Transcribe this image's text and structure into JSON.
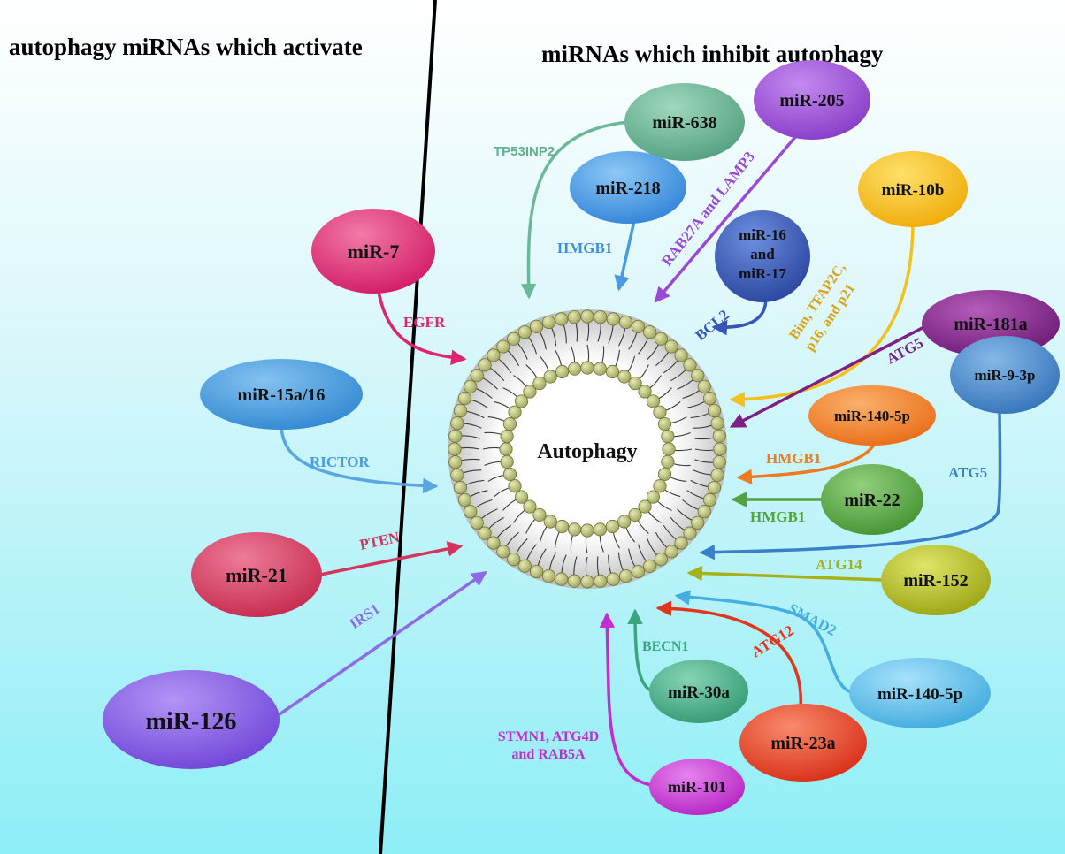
{
  "titles": {
    "left": "autophagy miRNAs which activate",
    "right": "miRNAs which inhibit autophagy"
  },
  "center": {
    "label": "Autophagy"
  },
  "colors": {
    "miR638": "#5fb08e",
    "miR205": "#9b48d6",
    "miR218": "#3d8fe0",
    "miR10b": "#f4b60e",
    "miR1617": "#3556b8",
    "miR181a": "#7d1f84",
    "miR93p": "#3a7fc7",
    "miR1405pA": "#f07a20",
    "miR22": "#52a23e",
    "miR152": "#a6b018",
    "miR1405pB": "#45aee0",
    "miR30a": "#3aa57f",
    "miR23a": "#e3351c",
    "miR101": "#c42bd0",
    "miR7": "#e0246e",
    "miR15a16": "#3a92d8",
    "miR21": "#d5345c",
    "miR126": "#7b52e0",
    "lipid_head": "#bdc27a"
  },
  "nodes": {
    "mir638": "miR-638",
    "mir205": "miR-205",
    "mir218": "miR-218",
    "mir10b": "miR-10b",
    "mir16_line1": "miR-16",
    "mir16_line2": "and",
    "mir16_line3": "miR-17",
    "mir181a": "miR-181a",
    "mir93p": "miR-9-3p",
    "mir1405p_a": "miR-140-5p",
    "mir22": "miR-22",
    "mir152": "miR-152",
    "mir1405p_b": "miR-140-5p",
    "mir30a": "miR-30a",
    "mir23a": "miR-23a",
    "mir101": "miR-101",
    "mir7": "miR-7",
    "mir15a16": "miR-15a/16",
    "mir21": "miR-21",
    "mir126": "miR-126"
  },
  "targets": {
    "tp53inp2": "TP53INP2",
    "hmgb1_218": "HMGB1",
    "rab27a": "RAB27A and  LAMP3",
    "bcl2": "BCL2",
    "bim_line1": "Bim, TFAP2C,",
    "bim_line2": "p16, and p21",
    "atg5_181a": "ATG5",
    "atg5_93p": "ATG5",
    "hmgb1_1405p": "HMGB1",
    "hmgb1_22": "HMGB1",
    "atg14": "ATG14",
    "smad2": "SMAD2",
    "atg12": "ATG12",
    "becn1": "BECN1",
    "stmn_line1": "STMN1, ATG4D",
    "stmn_line2": "and RAB5A",
    "egfr": "EGFR",
    "rictor": "RICTOR",
    "pten": "PTEN",
    "irs1": "IRS1"
  }
}
